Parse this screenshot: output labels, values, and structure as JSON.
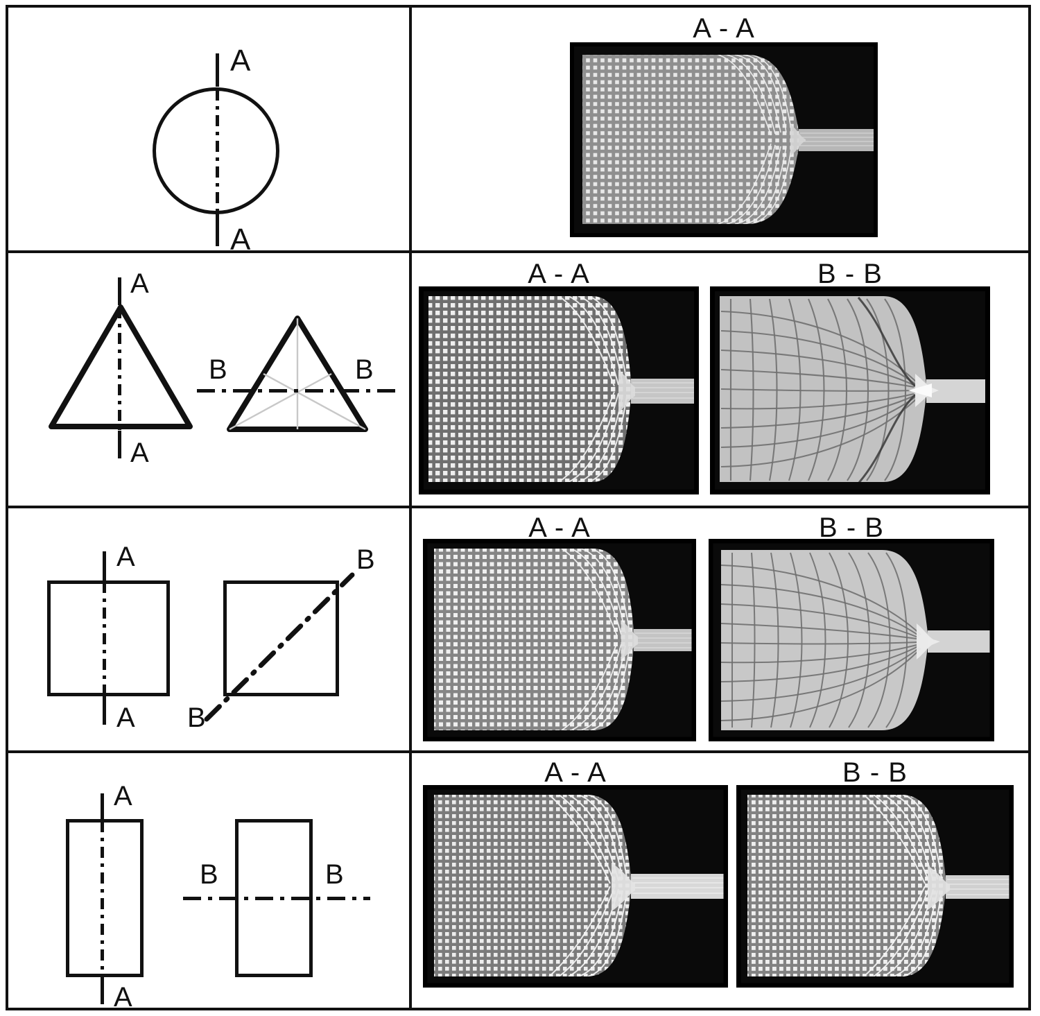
{
  "figure": {
    "type": "extrusion-die-cross-section-table",
    "columns": 2,
    "rows": 4,
    "section_label_A": "A - A",
    "section_label_B": "B - B",
    "plane_marker_A": "A",
    "plane_marker_B": "B",
    "line_color": "#111111",
    "median_color": "#c8c8c8",
    "background": "#ffffff",
    "photo_background": "#0a0a0a"
  },
  "rows": [
    {
      "id": "row-circle",
      "profile": "circle",
      "schematics": [
        {
          "shape": "circle",
          "centerline": "vertical",
          "markers": [
            "A",
            "A"
          ]
        }
      ],
      "photos": [
        {
          "title": "A - A",
          "section": "A-A"
        }
      ]
    },
    {
      "id": "row-triangle",
      "profile": "triangle",
      "schematics": [
        {
          "shape": "triangle",
          "centerline": "vertical",
          "markers": [
            "A",
            "A"
          ]
        },
        {
          "shape": "triangle",
          "centerline": "horizontal",
          "markers": [
            "B",
            "B"
          ],
          "medians": true
        }
      ],
      "photos": [
        {
          "title": "A - A",
          "section": "A-A"
        },
        {
          "title": "B - B",
          "section": "B-B"
        }
      ]
    },
    {
      "id": "row-square",
      "profile": "square",
      "schematics": [
        {
          "shape": "square",
          "centerline": "vertical",
          "markers": [
            "A",
            "A"
          ]
        },
        {
          "shape": "square",
          "centerline": "diagonal",
          "markers": [
            "B",
            "B"
          ]
        }
      ],
      "photos": [
        {
          "title": "A - A",
          "section": "A-A"
        },
        {
          "title": "B - B",
          "section": "B-B"
        }
      ]
    },
    {
      "id": "row-rectangle",
      "profile": "rectangle",
      "schematics": [
        {
          "shape": "rectangle",
          "centerline": "vertical",
          "markers": [
            "A",
            "A"
          ]
        },
        {
          "shape": "rectangle",
          "centerline": "horizontal",
          "markers": [
            "B",
            "B"
          ]
        }
      ],
      "photos": [
        {
          "title": "A - A",
          "section": "A-A"
        },
        {
          "title": "B - B",
          "section": "B-B"
        }
      ]
    }
  ],
  "labels": {
    "r1_top_A": "A",
    "r1_bot_A": "A",
    "r2_top_A": "A",
    "r2_bot_A": "A",
    "r2_left_B": "B",
    "r2_right_B": "B",
    "r3_top_A": "A",
    "r3_bot_A": "A",
    "r3_topright_B": "B",
    "r3_botleft_B": "B",
    "r4_top_A": "A",
    "r4_bot_A": "A",
    "r4_left_B": "B",
    "r4_right_B": "B",
    "r1_photo1_title": "A - A",
    "r2_photo1_title": "A - A",
    "r2_photo2_title": "B - B",
    "r3_photo1_title": "A - A",
    "r3_photo2_title": "B - B",
    "r4_photo1_title": "A - A",
    "r4_photo2_title": "B - B"
  }
}
